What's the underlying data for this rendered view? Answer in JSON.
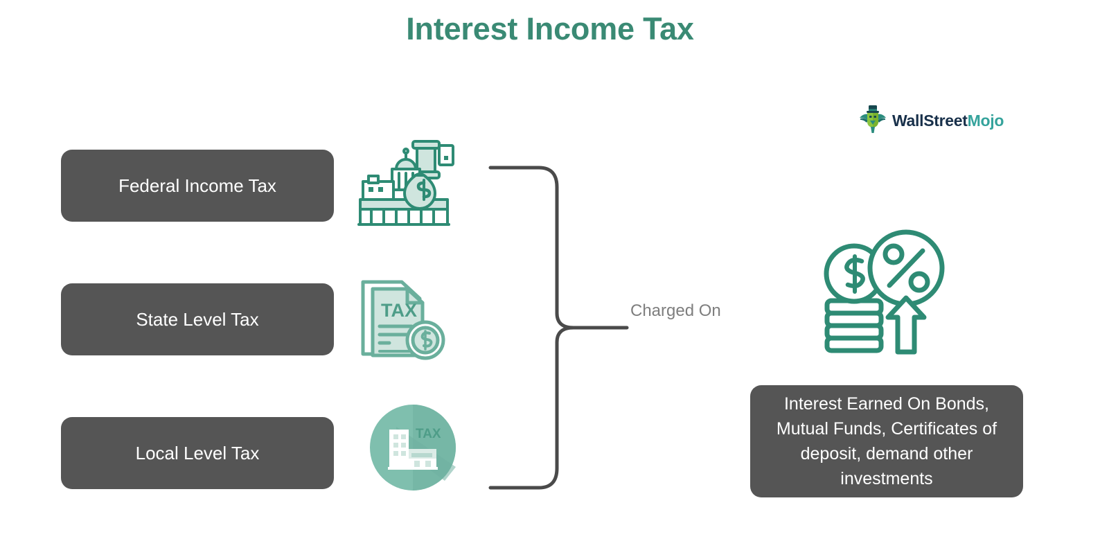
{
  "title": "Interest Income Tax",
  "logo": {
    "mark_name": "wallstreetmojo-bull-logo",
    "word_primary": "WallStreet",
    "word_secondary": "Mojo"
  },
  "tax_levels": [
    {
      "label": "Federal Income Tax",
      "icon_name": "government-building-money-bag-icon"
    },
    {
      "label": "State Level Tax",
      "icon_name": "tax-document-coin-icon"
    },
    {
      "label": "Local Level Tax",
      "icon_name": "city-building-tax-badge-icon"
    }
  ],
  "connector": {
    "label": "Charged On",
    "shape_name": "curly-brace"
  },
  "result": {
    "icon_name": "dollar-coin-stack-percent-growth-icon",
    "text": "Interest Earned On Bonds, Mutual Funds, Certificates of deposit, demand other investments"
  },
  "colors": {
    "title": "#3A8A74",
    "box_background": "#555555",
    "box_text": "#FFFFFF",
    "icon_teal": "#2E8B74",
    "icon_light_teal": "#B9D9D0",
    "badge_teal": "#7FBFAE",
    "connector_label": "#7E7E7E",
    "brace_stroke": "#4A4A4A",
    "logo_primary": "#18304A",
    "logo_secondary": "#35A39C",
    "background": "#FFFFFF"
  }
}
